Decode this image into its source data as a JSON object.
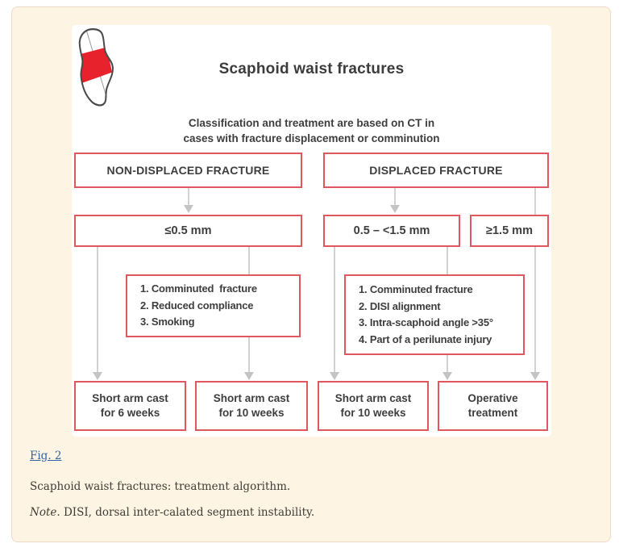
{
  "colors": {
    "page_bg": "#ffffff",
    "card_bg": "#fdf4e3",
    "card_border": "#f0d8c7",
    "panel_bg": "#ffffff",
    "box_border": "#e0585e",
    "box_text": "#3e3e3e",
    "connector_gray": "#c4c4c4",
    "bone_red": "#e8222d",
    "bone_outline": "#4a4a4a",
    "link_blue": "#3763a0",
    "caption_text": "#403c36"
  },
  "figure": {
    "title": "Scaphoid waist fractures",
    "subtitle": [
      "Classification and treatment are based on CT in",
      "cases with fracture displacement or comminution"
    ],
    "nodes": {
      "non_displaced": "NON-DISPLACED FRACTURE",
      "displaced": "DISPLACED FRACTURE",
      "nd_measure": "≤0.5 mm",
      "d_measure_mid": "0.5 – <1.5 mm",
      "d_measure_high": "≥1.5 mm",
      "criteria_left": [
        "1. Comminuted  fracture",
        "2. Reduced compliance",
        "3. Smoking"
      ],
      "criteria_right": [
        "1. Comminuted fracture",
        "2. DISI alignment",
        "3. Intra-scaphoid angle >35°",
        "4. Part of a perilunate injury"
      ],
      "outcome_cast6": [
        "Short arm cast",
        "for 6 weeks"
      ],
      "outcome_cast10_left": [
        "Short arm cast",
        "for 10 weeks"
      ],
      "outcome_cast10_right": [
        "Short arm cast",
        "for 10 weeks"
      ],
      "outcome_operative": [
        "Operative",
        "treatment"
      ]
    }
  },
  "caption": {
    "figure_link": "Fig. 2",
    "description": "Scaphoid waist fractures: treatment algorithm.",
    "note_label": "Note",
    "note_body": ". DISI, dorsal inter-calated segment instability."
  }
}
